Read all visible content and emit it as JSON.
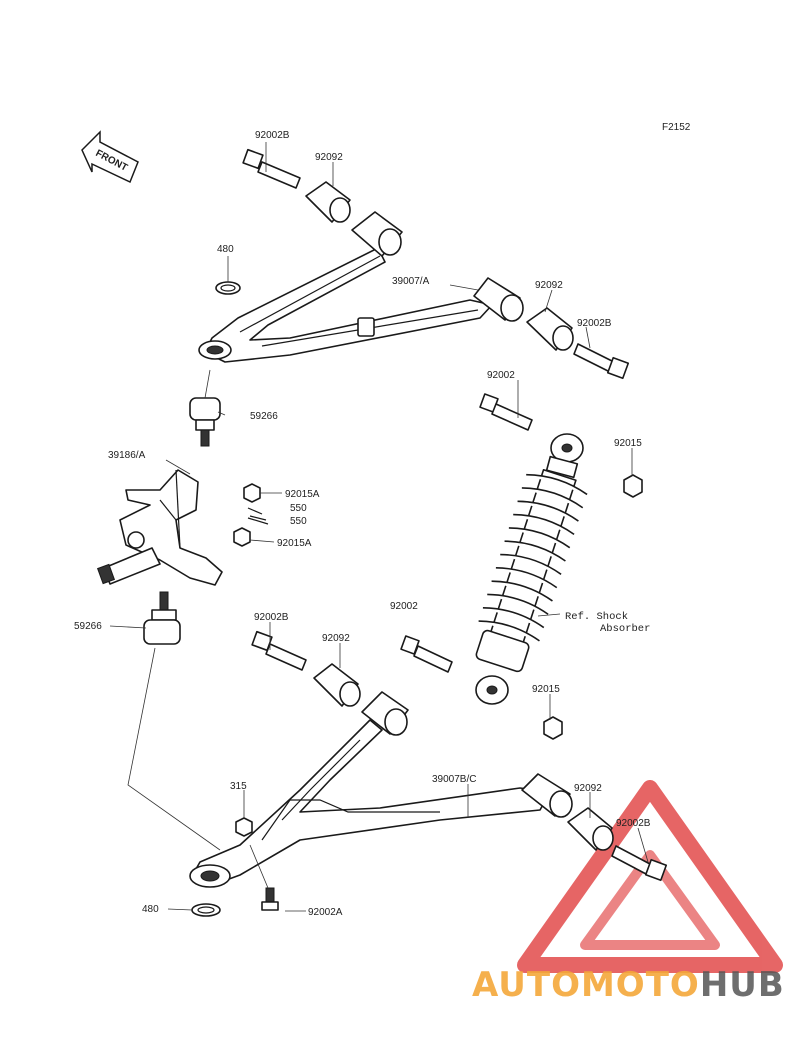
{
  "figure_code": "F2152",
  "front_arrow_label": "FRONT",
  "parts": {
    "upper_bolt": "92002B",
    "upper_bushing_left": "92092",
    "upper_ring": "480",
    "upper_arm": "39007/A",
    "upper_bushing_right": "92092",
    "upper_bolt_right": "92002B",
    "upper_ball_joint": "59266",
    "knuckle": "39186/A",
    "nut_upper": "92015A",
    "cotter_1": "550",
    "cotter_2": "550",
    "nut_lower": "92015A",
    "lower_ball_joint": "59266",
    "shock_bolt_upper": "92002",
    "shock_nut_upper": "92015",
    "shock_ref_line1": "Ref. Shock",
    "shock_ref_line2": "Absorber",
    "shock_bolt_lower": "92002",
    "shock_nut_lower": "92015",
    "lower_bolt_left": "92002B",
    "lower_bushing_left": "92092",
    "lower_arm": "39007B/C",
    "lower_bushing_right": "92092",
    "lower_bolt_right": "92002B",
    "lower_nut": "315",
    "lower_ring": "480",
    "lower_bolt_small": "92002A"
  },
  "watermark": {
    "part1": "AUTOMOTO",
    "part2": "HUB",
    "color1": "#f4a83a",
    "color2": "#555555",
    "triangle_color": "#e24b4b"
  }
}
